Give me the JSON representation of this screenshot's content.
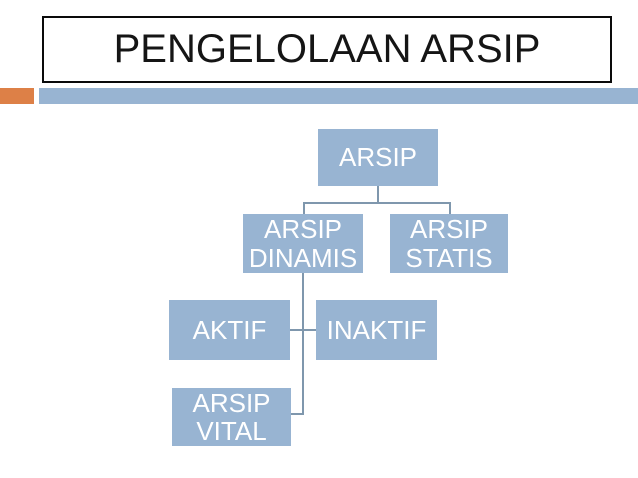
{
  "slide": {
    "title": "PENGELOLAAN ARSIP"
  },
  "colors": {
    "accent_orange": "#dd8047",
    "accent_blue": "#98b4d2",
    "node_fill": "#98b4d2",
    "node_text": "#ffffff",
    "connector": "#7f97ad",
    "title_border": "#0a0a0a",
    "title_text": "#151515",
    "background": "#ffffff"
  },
  "diagram": {
    "type": "org-chart",
    "nodes": {
      "arsip": {
        "lines": [
          "ARSIP"
        ]
      },
      "dinamis": {
        "lines": [
          "ARSIP",
          "DINAMIS"
        ]
      },
      "statis": {
        "lines": [
          "ARSIP",
          "STATIS"
        ]
      },
      "aktif": {
        "lines": [
          "AKTIF"
        ]
      },
      "inaktif": {
        "lines": [
          "INAKTIF"
        ]
      },
      "vital": {
        "lines": [
          "ARSIP",
          "VITAL"
        ]
      }
    },
    "hierarchy": [
      {
        "parent": "ARSIP",
        "children": [
          "ARSIP DINAMIS",
          "ARSIP STATIS"
        ]
      },
      {
        "parent": "ARSIP DINAMIS",
        "children": [
          "AKTIF",
          "INAKTIF",
          "ARSIP VITAL"
        ]
      }
    ]
  }
}
